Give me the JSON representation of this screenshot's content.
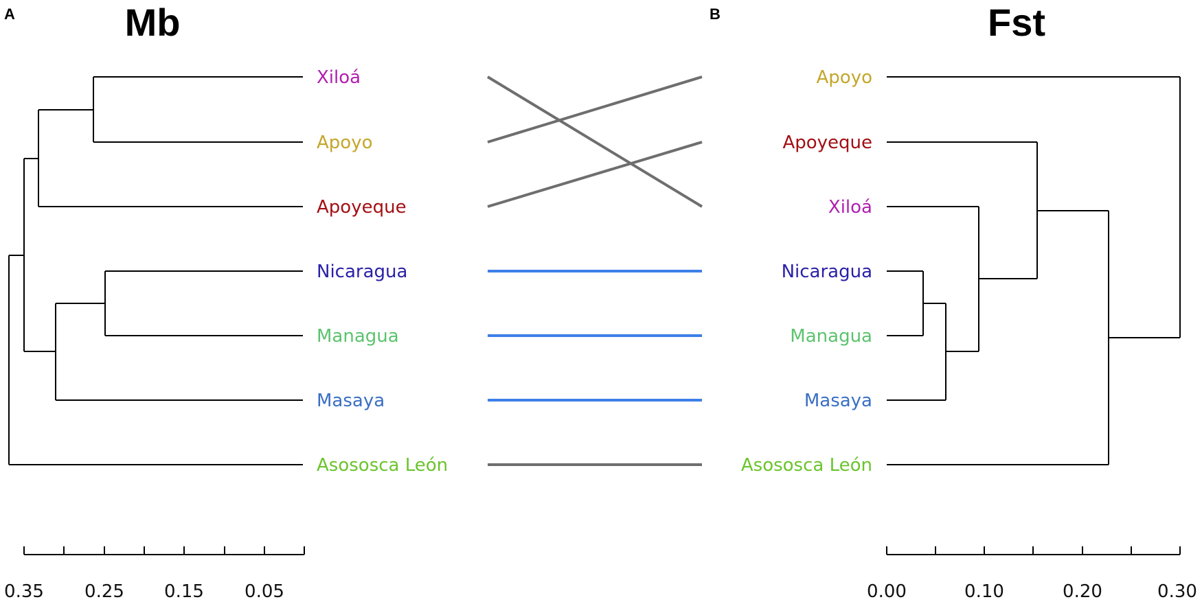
{
  "panels": {
    "left": {
      "letter": "A",
      "title": "Mb"
    },
    "right": {
      "letter": "B",
      "title": "Fst"
    }
  },
  "taxa": {
    "xiloa": {
      "label": "Xiloá",
      "color": "#b01fb0"
    },
    "apoyo": {
      "label": "Apoyo",
      "color": "#c4a62a"
    },
    "apoyeque": {
      "label": "Apoyeque",
      "color": "#a30f14"
    },
    "nicaragua": {
      "label": "Nicaragua",
      "color": "#2a21a8"
    },
    "managua": {
      "label": "Managua",
      "color": "#5cc36e"
    },
    "masaya": {
      "label": "Masaya",
      "color": "#3a6fc4"
    },
    "asososca": {
      "label": "Asososca León",
      "color": "#6bc42c"
    }
  },
  "left_tree": {
    "leaf_order": [
      "xiloa",
      "apoyo",
      "apoyeque",
      "nicaragua",
      "managua",
      "masaya",
      "asososca"
    ],
    "axis_ticks": [
      "0.35",
      "0.25",
      "0.15",
      "0.05"
    ]
  },
  "right_tree": {
    "leaf_order": [
      "apoyo",
      "apoyeque",
      "xiloa",
      "nicaragua",
      "managua",
      "masaya",
      "asososca"
    ],
    "axis_ticks": [
      "0.00",
      "0.10",
      "0.20",
      "0.30"
    ]
  },
  "tanglegram": {
    "crossing_color": "#6e6e6e",
    "matching_color": "#3d7fe8",
    "links": [
      {
        "taxon": "xiloa",
        "style": "crossing"
      },
      {
        "taxon": "apoyo",
        "style": "crossing"
      },
      {
        "taxon": "apoyeque",
        "style": "crossing"
      },
      {
        "taxon": "nicaragua",
        "style": "matching"
      },
      {
        "taxon": "managua",
        "style": "matching"
      },
      {
        "taxon": "masaya",
        "style": "matching"
      },
      {
        "taxon": "asososca",
        "style": "crossing"
      }
    ]
  }
}
